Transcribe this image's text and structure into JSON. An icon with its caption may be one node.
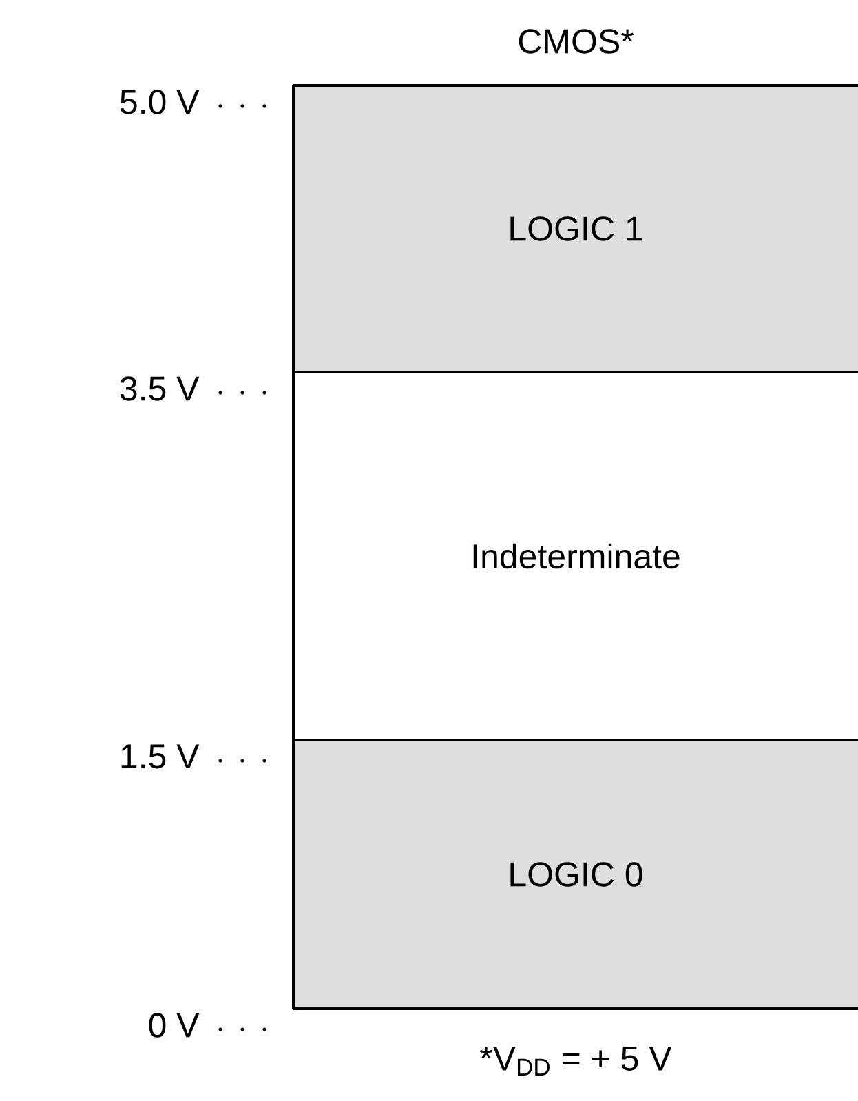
{
  "diagram": {
    "title": "CMOS*",
    "caption": "*V$_{DD}$ = + 5 V",
    "nodes": [
      {
        "text": [
          "LOGIC 1"
        ]
      },
      {
        "text": [
          "Indeterminate"
        ]
      },
      {
        "text": [
          "LOGIC 0"
        ]
      }
    ],
    "labels": [
      "5.0 V",
      "3.5 V",
      "1.5 V",
      "0 V"
    ]
  }
}
